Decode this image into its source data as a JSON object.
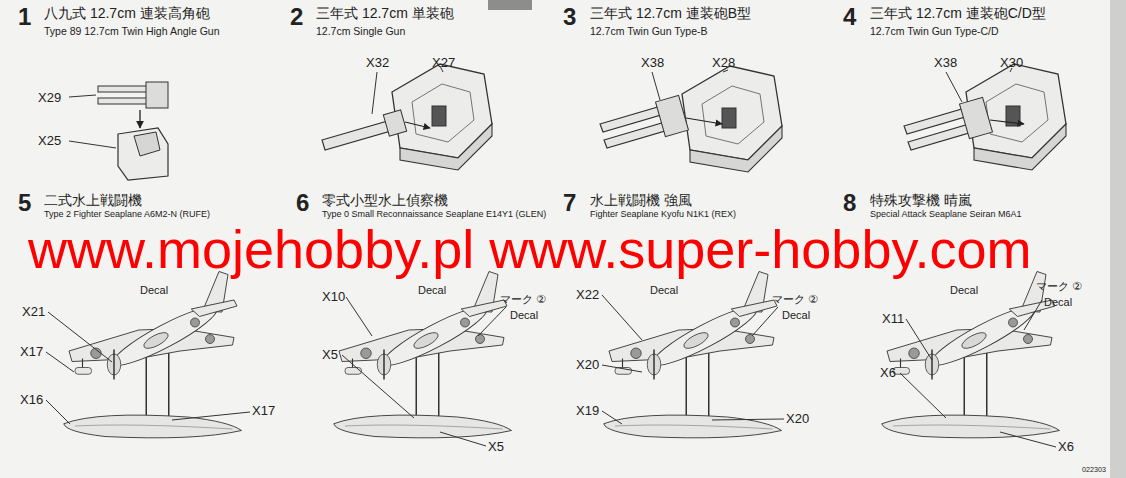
{
  "diagram": {
    "labels": [
      "1",
      "八九式 12.7cm 連装高角砲",
      "Type 89 12.7cm Twin High Angle Gun",
      "X29",
      "X25",
      "2",
      "三年式 12.7cm 単装砲",
      "12.7cm Single Gun",
      "X32",
      "X27",
      "3",
      "三年式 12.7cm 連装砲B型",
      "12.7cm Twin Gun Type-B",
      "X38",
      "X28",
      "4",
      "三年式 12.7cm 連装砲C/D型",
      "12.7cm Twin Gun Type-C/D",
      "X38",
      "X30",
      "5",
      "二式水上戦闘機",
      "Type 2 Fighter Seaplane A6M2-N (RUFE)",
      "Decal",
      "X21",
      "X17",
      "X16",
      "X17",
      "6",
      "零式小型水上偵察機",
      "Type 0 Small Reconnaissance Seaplane E14Y1 (GLEN)",
      "Decal",
      "X10",
      "マーク ②",
      "Decal",
      "X5",
      "X5",
      "7",
      "水上戦闘機 強風",
      "Fighter Seaplane Kyofu N1K1 (REX)",
      "Decal",
      "X22",
      "マーク ②",
      "Decal",
      "X20",
      "X19",
      "X20",
      "8",
      "特殊攻撃機 晴嵐",
      "Special Attack Seaplane Seiran M6A1",
      "Decal",
      "マーク ②",
      "Decal",
      "X11",
      "X6",
      "X6",
      "www.mojehobby.pl www.super-hobby.com",
      "022303"
    ]
  }
}
